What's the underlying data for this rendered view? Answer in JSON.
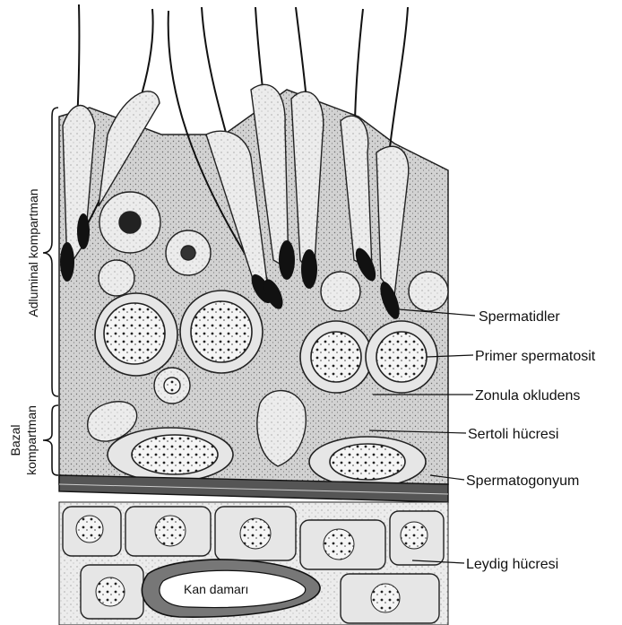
{
  "labels": {
    "spermatidler": "Spermatidler",
    "primer_spermatosit": "Primer spermatosit",
    "zonula_okludens": "Zonula okludens",
    "sertoli_hucresi": "Sertoli hücresi",
    "spermatogonyum": "Spermatogonyum",
    "leydig_hucresi": "Leydig hücresi",
    "kan_damari": "Kan damarı"
  },
  "compartments": {
    "adluminal": "Adluminal kompartman",
    "bazal_line1": "Bazal",
    "bazal_line2": "kompartman"
  },
  "colors": {
    "ink": "#111111",
    "cytoplasm": "#c9c9c9",
    "cell": "#e9e9e9",
    "nucleus": "#f4f4f4"
  }
}
